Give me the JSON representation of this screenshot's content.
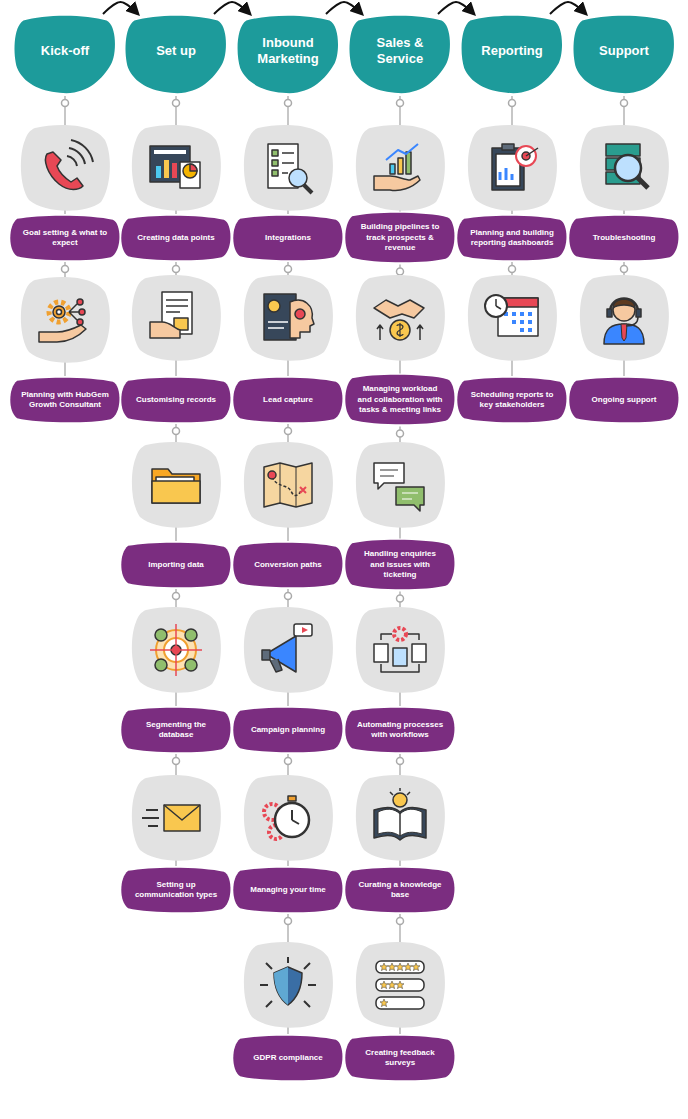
{
  "diagram": {
    "nodes": [
      {
        "text": [
          "Kick-off"
        ]
      },
      {
        "text": [
          "Goal setting & what to expect"
        ]
      },
      {
        "text": [
          "Planning with HubGem Growth Consultant"
        ]
      },
      {
        "text": [
          "Set up"
        ]
      },
      {
        "text": [
          "Creating data points"
        ]
      },
      {
        "text": [
          "Customising records"
        ]
      },
      {
        "text": [
          "Importing data"
        ]
      },
      {
        "text": [
          "Segmenting the database"
        ]
      },
      {
        "text": [
          "Setting up communication types"
        ]
      },
      {
        "text": [
          "Inbound Marketing"
        ]
      },
      {
        "text": [
          "Integrations"
        ]
      },
      {
        "text": [
          "Lead capture"
        ]
      },
      {
        "text": [
          "Conversion paths"
        ]
      },
      {
        "text": [
          "Campaign planning"
        ]
      },
      {
        "text": [
          "Managing your time"
        ]
      },
      {
        "text": [
          "GDPR compliance"
        ]
      },
      {
        "text": [
          "Sales & Service"
        ]
      },
      {
        "text": [
          "Building pipelines to track prospects & revenue"
        ]
      },
      {
        "text": [
          "Managing workload and collaboration with tasks & meeting links"
        ]
      },
      {
        "text": [
          "Handling enquiries and issues with ticketing"
        ]
      },
      {
        "text": [
          "Automating processes with workflows"
        ]
      },
      {
        "text": [
          "Curating a knowledge base"
        ]
      },
      {
        "text": [
          "Creating feedback surveys"
        ]
      },
      {
        "text": [
          "Reporting"
        ]
      },
      {
        "text": [
          "Planning and building reporting dashboards"
        ]
      },
      {
        "text": [
          "Scheduling reports to key stakeholders"
        ]
      },
      {
        "text": [
          "Support"
        ]
      },
      {
        "text": [
          "Troubleshooting"
        ]
      },
      {
        "text": [
          "Ongoing support"
        ]
      }
    ],
    "edges": [
      {
        "from": 0,
        "to": 3,
        "arrow": "to"
      },
      {
        "from": 3,
        "to": 9,
        "arrow": "to"
      },
      {
        "from": 9,
        "to": 16,
        "arrow": "to"
      },
      {
        "from": 16,
        "to": 23,
        "arrow": "to"
      },
      {
        "from": 23,
        "to": 26,
        "arrow": "to"
      },
      {
        "from": 0,
        "to": 1,
        "arrow": "none"
      },
      {
        "from": 1,
        "to": 2,
        "arrow": "none"
      },
      {
        "from": 3,
        "to": 4,
        "arrow": "none"
      },
      {
        "from": 4,
        "to": 5,
        "arrow": "none"
      },
      {
        "from": 5,
        "to": 6,
        "arrow": "none"
      },
      {
        "from": 6,
        "to": 7,
        "arrow": "none"
      },
      {
        "from": 7,
        "to": 8,
        "arrow": "none"
      },
      {
        "from": 9,
        "to": 10,
        "arrow": "none"
      },
      {
        "from": 10,
        "to": 11,
        "arrow": "none"
      },
      {
        "from": 11,
        "to": 12,
        "arrow": "none"
      },
      {
        "from": 12,
        "to": 13,
        "arrow": "none"
      },
      {
        "from": 13,
        "to": 14,
        "arrow": "none"
      },
      {
        "from": 14,
        "to": 15,
        "arrow": "none"
      },
      {
        "from": 16,
        "to": 17,
        "arrow": "none"
      },
      {
        "from": 17,
        "to": 18,
        "arrow": "none"
      },
      {
        "from": 18,
        "to": 19,
        "arrow": "none"
      },
      {
        "from": 19,
        "to": 20,
        "arrow": "none"
      },
      {
        "from": 20,
        "to": 21,
        "arrow": "none"
      },
      {
        "from": 21,
        "to": 22,
        "arrow": "none"
      },
      {
        "from": 23,
        "to": 24,
        "arrow": "none"
      },
      {
        "from": 24,
        "to": 25,
        "arrow": "none"
      },
      {
        "from": 26,
        "to": 27,
        "arrow": "none"
      },
      {
        "from": 27,
        "to": 28,
        "arrow": "none"
      }
    ]
  }
}
